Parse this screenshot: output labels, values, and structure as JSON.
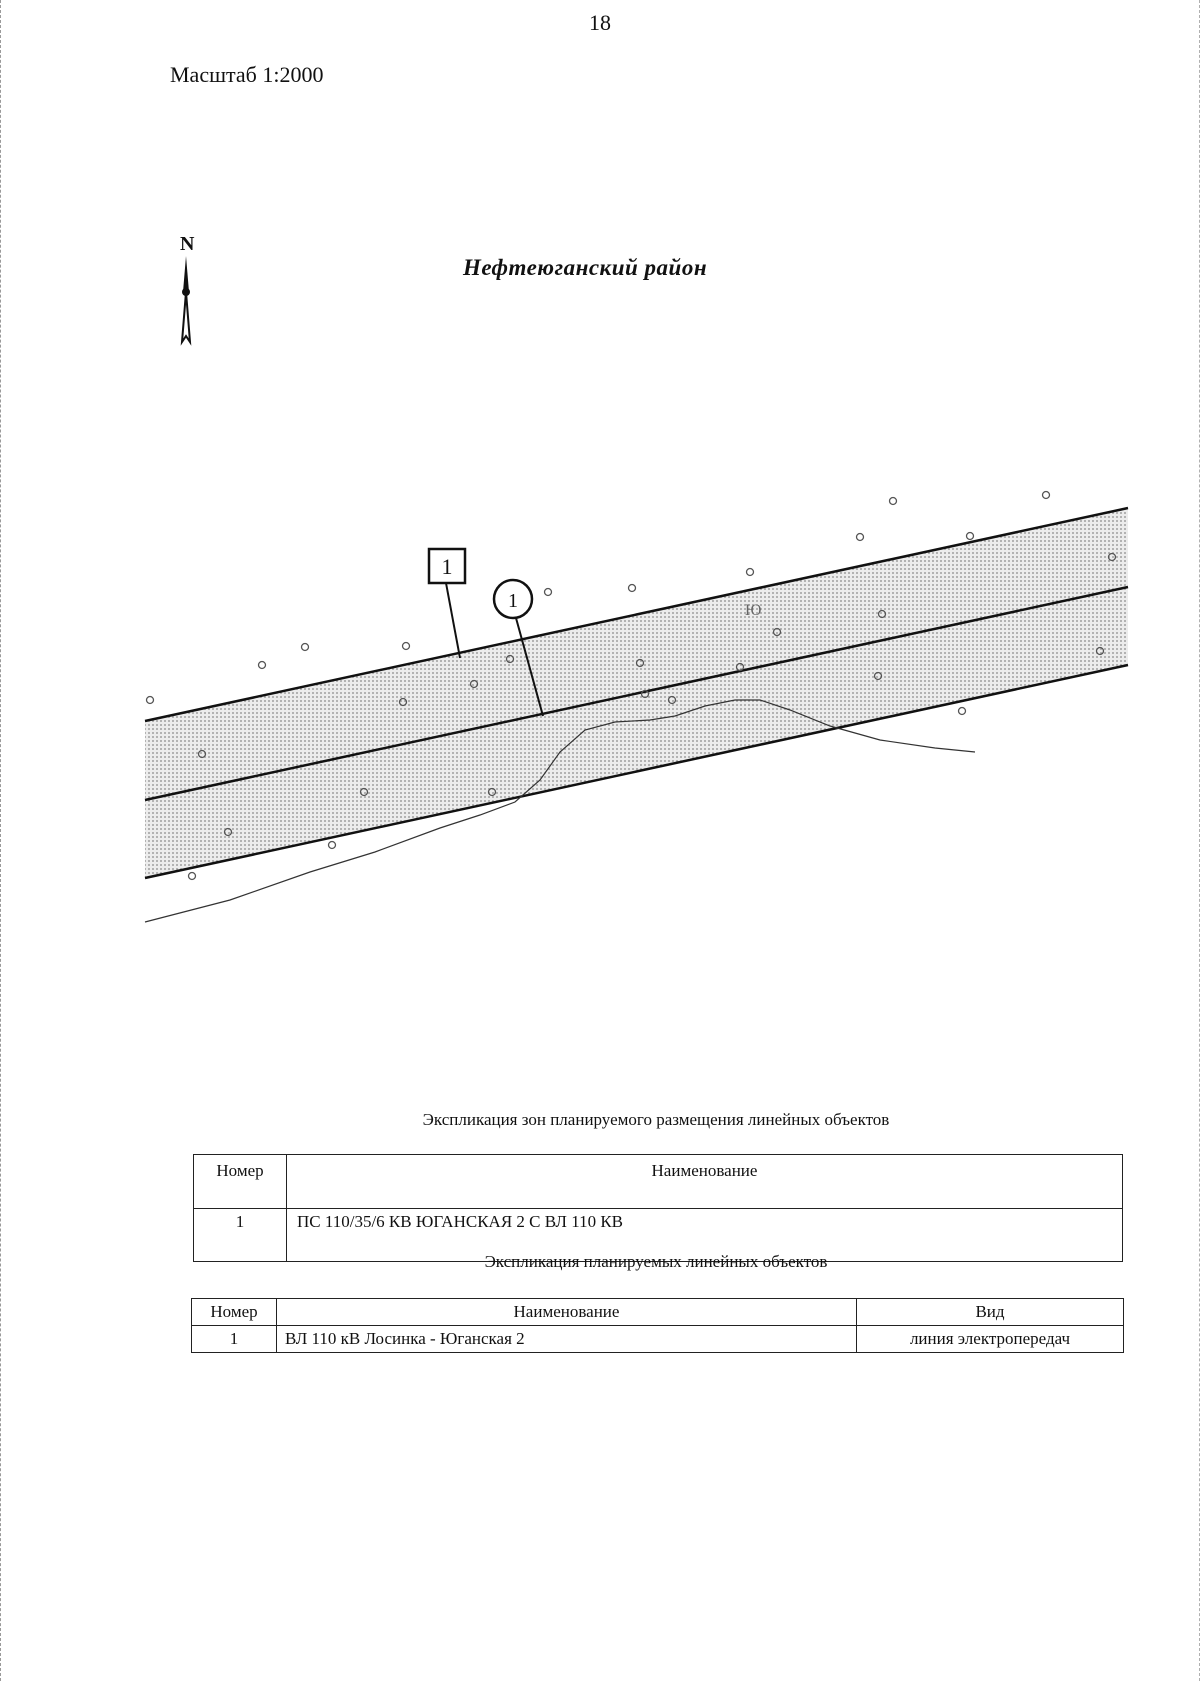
{
  "page": {
    "number": "18"
  },
  "map": {
    "scale": "Масштаб 1:2000",
    "north_label": "N",
    "district": "Нефтеюганский район",
    "zone_marker": "1",
    "object_marker": "1",
    "corridor_label": "Ю"
  },
  "table_zones": {
    "caption": "Экспликация зон планируемого размещения линейных объектов",
    "headers": [
      "Номер",
      "Наименование"
    ],
    "rows": [
      [
        "1",
        "ПС 110/35/6 КВ ЮГАНСКАЯ 2 С ВЛ 110 КВ"
      ]
    ]
  },
  "table_objects": {
    "caption": "Экспликация планируемых линейных объектов",
    "headers": [
      "Номер",
      "Наименование",
      "Вид"
    ],
    "rows": [
      [
        "1",
        "ВЛ 110 кВ Лосинка - Юганская 2",
        "линия электропередач"
      ]
    ]
  },
  "colors": {
    "ink": "#111111",
    "zone_fill": "#dcdcdc"
  }
}
